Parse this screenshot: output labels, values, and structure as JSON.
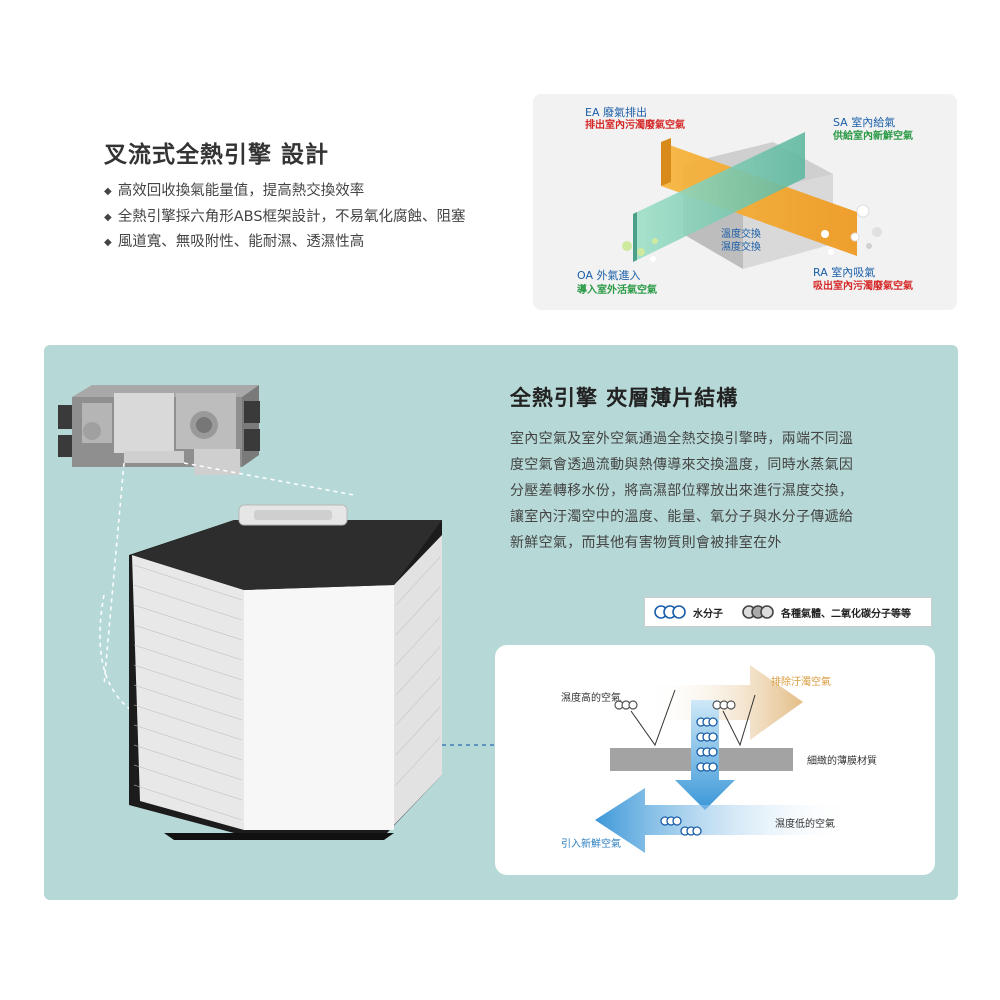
{
  "top": {
    "title": "叉流式全熱引擎 設計",
    "bullets": [
      "高效回收換氣能量值，提高熱交換效率",
      "全熱引擎採六角形ABS框架設計，不易氧化腐蝕、阻塞",
      "風道寬、無吸附性、能耐濕、透濕性高"
    ],
    "diagram": {
      "ea_title": "EA 廢氣排出",
      "ea_sub": "排出室內污濁廢氣空氣",
      "sa_title": "SA 室內給氣",
      "sa_sub": "供給室內新鮮空氣",
      "oa_title": "OA 外氣進入",
      "oa_sub": "導入室外活氣空氣",
      "ra_title": "RA 室內吸氣",
      "ra_sub": "吸出室內污濁廢氣空氣",
      "center_1": "溫度交換",
      "center_2": "濕度交換"
    }
  },
  "engine": {
    "title": "全熱引擎 夾層薄片結構",
    "desc": [
      "室內空氣及室外空氣通過全熱交換引擎時，兩端不同溫",
      "度空氣會透過流動與熱傳導來交換溫度，同時水蒸氣因",
      "分壓差轉移水份，將高濕部位釋放出來進行濕度交換，",
      "讓室內汙濁空中的溫度、能量、氧分子與水分子傳遞給",
      "新鮮空氣，而其他有害物質則會被排室在外"
    ],
    "legend": {
      "water": "水分子",
      "gases": "各種氣體、二氧化碳分子等等"
    },
    "membrane": {
      "high_humidity": "濕度高的空氣",
      "exhaust": "排除汙濁空氣",
      "membrane": "細緻的薄膜材質",
      "low_humidity": "濕度低的空氣",
      "fresh": "引入新鮮空氣"
    }
  },
  "colors": {
    "teal_panel": "#b6d9d7",
    "orange_panel": "#f0a030",
    "green_panel": "#7cc9b0",
    "blue_arrow": "#4aa3df",
    "tan_arrow": "#e8c898"
  }
}
